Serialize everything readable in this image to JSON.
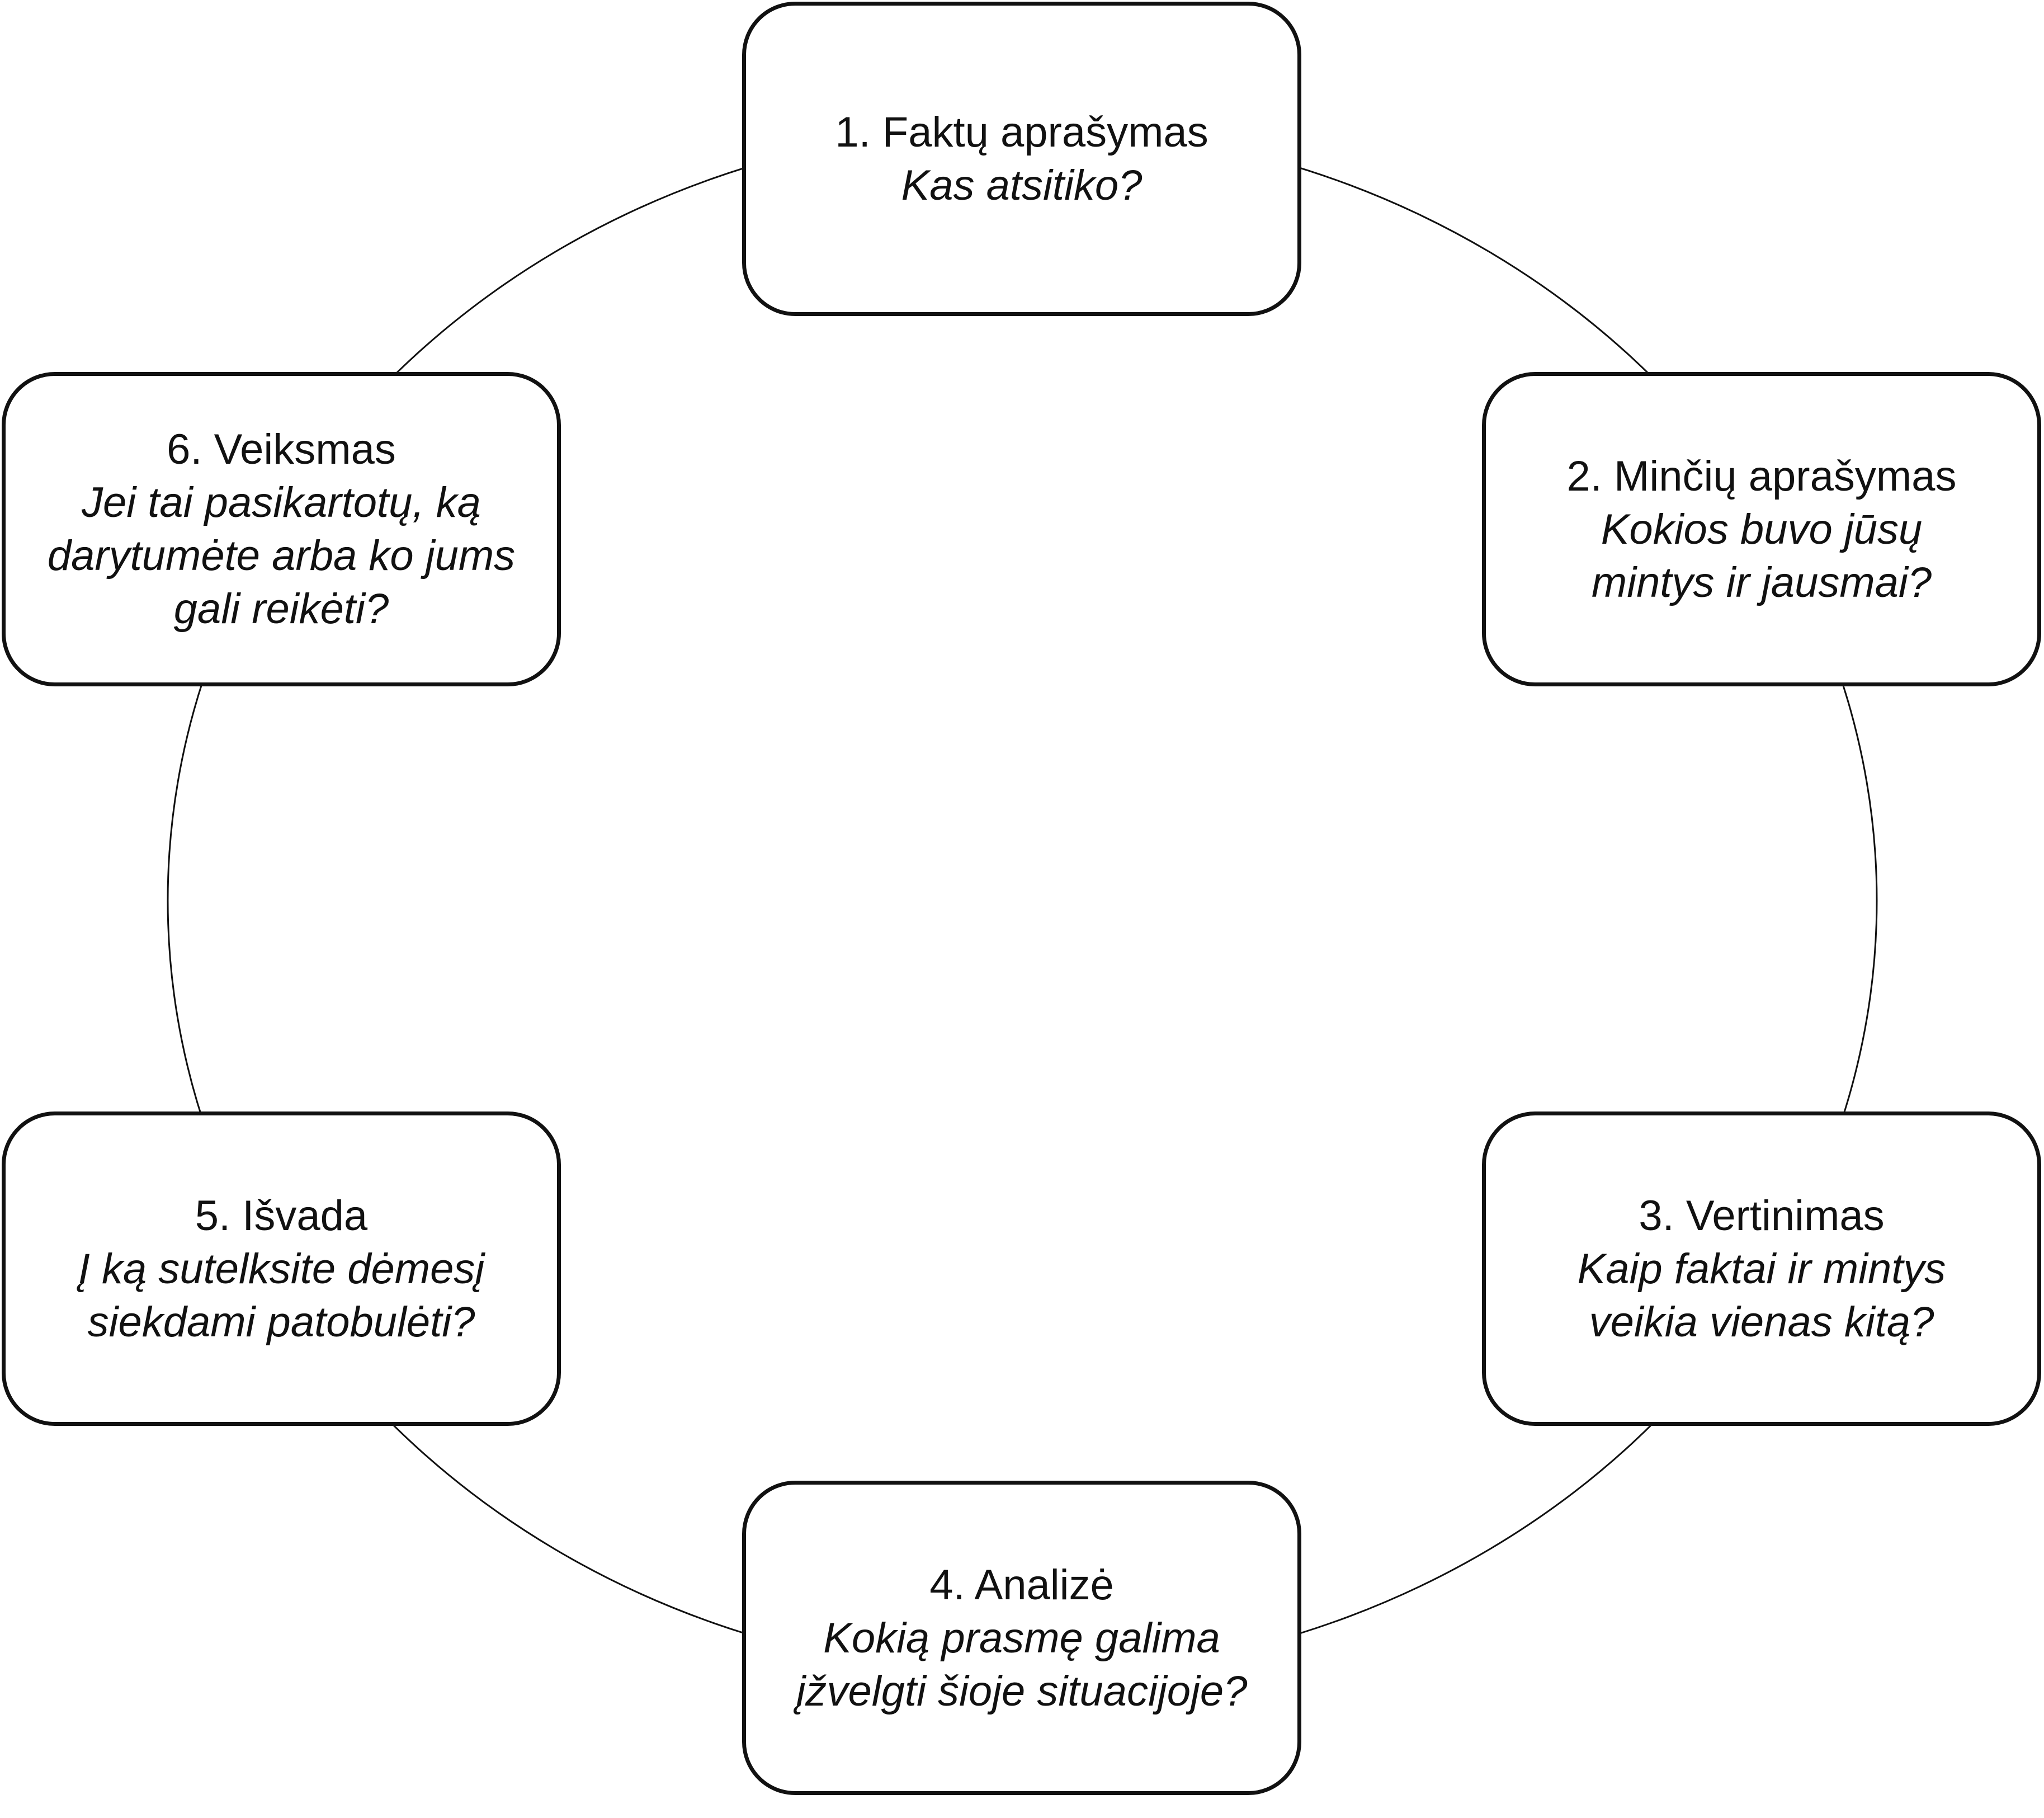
{
  "stages": [
    {
      "title": "1. Faktų aprašymas",
      "question": "Kas atsitiko?"
    },
    {
      "title": "2. Minčių aprašymas",
      "question": "Kokios buvo jūsų mintys ir jausmai?"
    },
    {
      "title": "3. Vertinimas",
      "question": "Kaip faktai ir mintys veikia vienas kitą?"
    },
    {
      "title": "4. Analizė",
      "question": "Kokią prasmę galima įžvelgti šioje situacijoje?"
    },
    {
      "title": "5. Išvada",
      "question": "Į ką sutelksite dėmesį siekdami patobulėti?"
    },
    {
      "title": "6. Veiksmas",
      "question": "Jei tai pasikartotų, ką darytumėte arba ko jums gali reikėti?"
    }
  ]
}
